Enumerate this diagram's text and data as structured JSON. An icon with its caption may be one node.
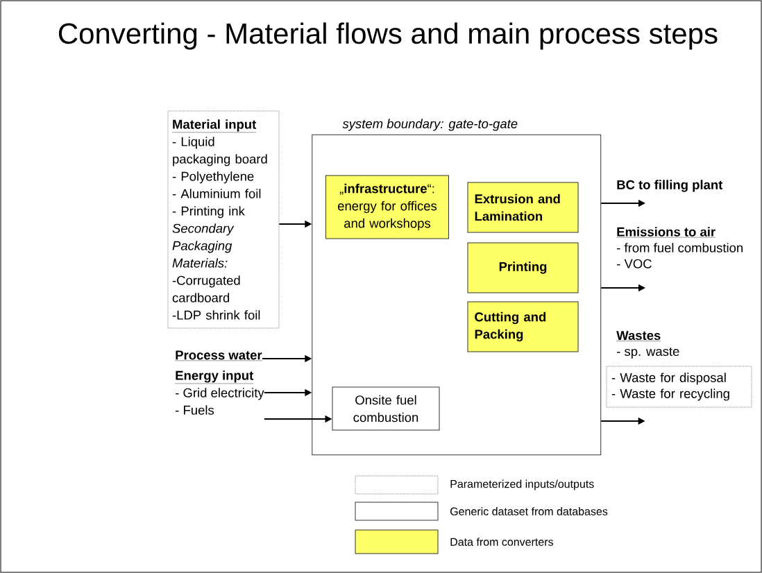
{
  "diagram": {
    "title": "Converting - Material flows and main process steps",
    "nodes": [
      {
        "text": [
          "system boundary: gate-to-gate"
        ]
      },
      {
        "text": [
          "„**infrastructure**“: energy for offices and workshops"
        ],
        "in": 0
      },
      {
        "text": [
          "Extrusion and Lamination"
        ],
        "in": 0
      },
      {
        "text": [
          "Printing"
        ],
        "in": 0
      },
      {
        "text": [
          "Cutting and Packing"
        ],
        "in": 0
      },
      {
        "text": [
          "Onsite fuel combustion"
        ],
        "in": 0
      },
      {
        "text": [
          "Material input",
          "- Liquid packaging board",
          "- Polyethylene",
          "- Aluminium foil",
          "- Printing ink",
          "Secondary Packaging Materials:",
          "-Corrugated cardboard",
          "-LDP shrink foil"
        ]
      },
      {
        "text": [
          "Process water"
        ]
      },
      {
        "text": [
          "Energy input",
          "- Grid electricity",
          "- Fuels"
        ]
      },
      {
        "text": [
          "BC to filling plant"
        ]
      },
      {
        "text": [
          "Emissions to air",
          "- from fuel combustion",
          "- VOC"
        ]
      },
      {
        "text": [
          "Wastes",
          "- sp. waste"
        ]
      },
      {
        "text": [
          "- Waste for disposal",
          "- Waste for recycling"
        ]
      }
    ],
    "edges": [
      {
        "from": 6,
        "to": 0,
        "arrow": "to"
      },
      {
        "from": 7,
        "to": 0,
        "arrow": "to"
      },
      {
        "from": 8,
        "to": 0,
        "arrow": "to"
      },
      {
        "from": 8,
        "to": 5,
        "arrow": "to"
      },
      {
        "from": 0,
        "to": 9,
        "arrow": "to"
      },
      {
        "from": 0,
        "to": 10,
        "arrow": "to"
      },
      {
        "from": 0,
        "to": 12,
        "arrow": "to"
      }
    ],
    "legend": [
      {
        "text": "Parameterized inputs/outputs"
      },
      {
        "text": "Generic dataset from databases"
      },
      {
        "text": "Data from converters",
        "color": "#ffff66"
      }
    ]
  }
}
